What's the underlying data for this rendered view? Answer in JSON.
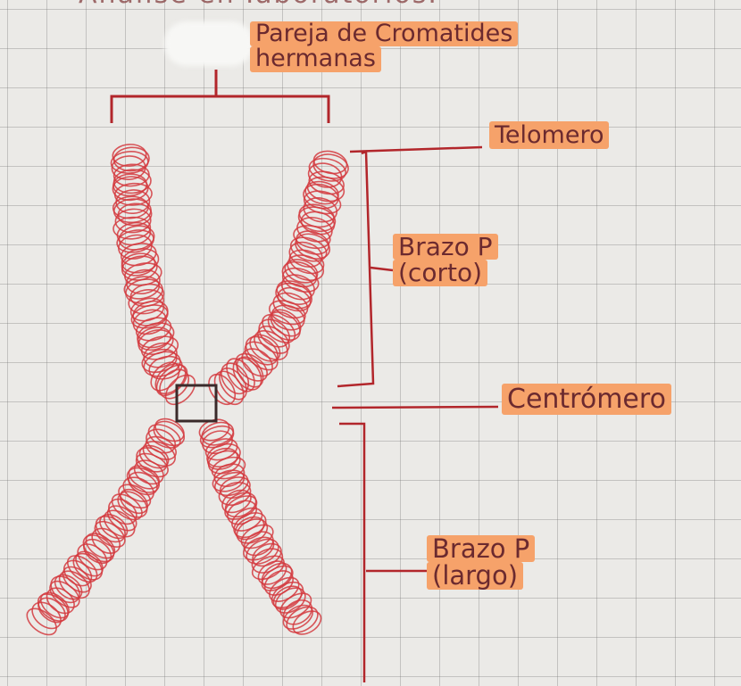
{
  "header_cut_text": "Analise en Iaboratorios.",
  "labels": {
    "pair_line1": "Pareja de Cromatides",
    "pair_line2": "hermanas",
    "telomero": "Telomero",
    "brazo_p_line1": "Brazo P",
    "brazo_p_line2": "(corto)",
    "centromero": "Centrómero",
    "brazo_q_line1": "Brazo P",
    "brazo_q_line2": "(largo)"
  },
  "colors": {
    "chromosome": "#d43a3e",
    "ink": "#b2262b",
    "highlight": "#f6a26a",
    "centromere_box": "#3a2a2a",
    "grid_paper": "#ebeae7"
  }
}
